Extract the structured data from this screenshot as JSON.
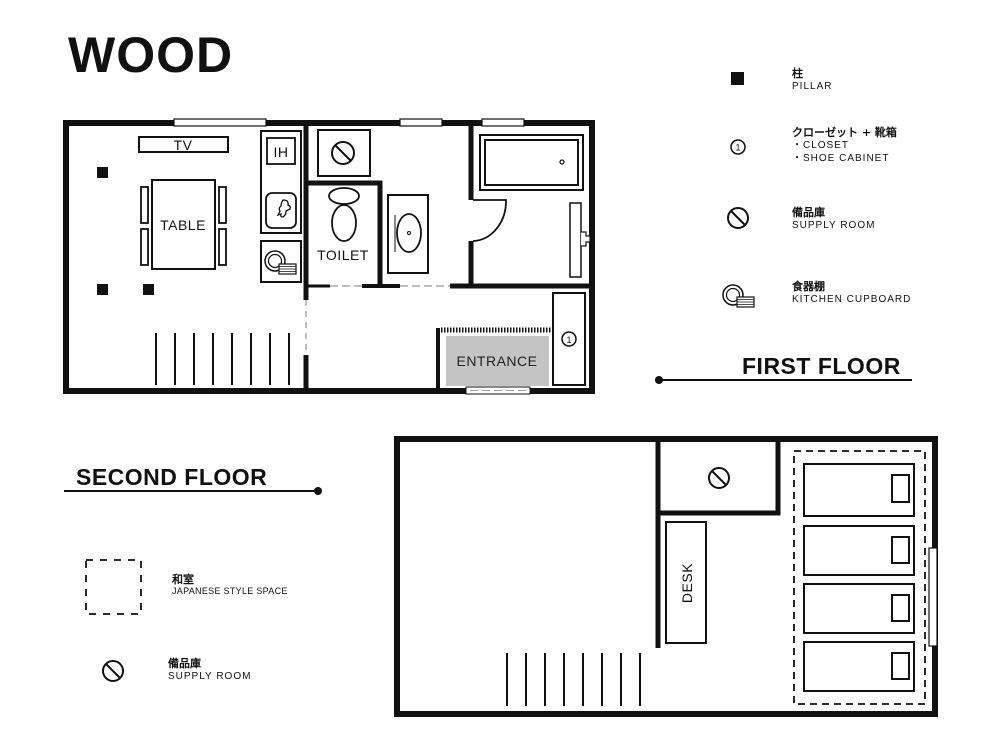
{
  "title": "WOOD",
  "first_floor": {
    "label": "FIRST FLOOR",
    "rooms": {
      "tv": "TV",
      "ih": "IH",
      "table": "TABLE",
      "toilet": "TOILET",
      "entrance": "ENTRANCE",
      "closet_marker": "1"
    }
  },
  "second_floor": {
    "label": "SECOND FLOOR",
    "rooms": {
      "desk": "DESK"
    }
  },
  "legend_first": [
    {
      "icon": "pillar-icon",
      "jp": "柱",
      "en": [
        "PILLAR"
      ]
    },
    {
      "icon": "closet-number-icon",
      "symbol": "1",
      "jp": "クローゼット + 靴箱",
      "en": [
        "・CLOSET",
        "・SHOE CABINET"
      ]
    },
    {
      "icon": "supply-room-icon",
      "jp": "備品庫",
      "en": [
        "SUPPLY ROOM"
      ]
    },
    {
      "icon": "kitchen-cupboard-icon",
      "jp": "食器棚",
      "en": [
        "KITCHEN CUPBOARD"
      ]
    }
  ],
  "legend_second": [
    {
      "icon": "japanese-style-space-icon",
      "jp": "和室",
      "en": [
        "JAPANESE STYLE SPACE"
      ]
    },
    {
      "icon": "supply-room-icon",
      "jp": "備品庫",
      "en": [
        "SUPPLY ROOM"
      ]
    }
  ],
  "colors": {
    "wall": "#111111",
    "entrance_fill": "#c4c4c4",
    "background": "#ffffff"
  }
}
